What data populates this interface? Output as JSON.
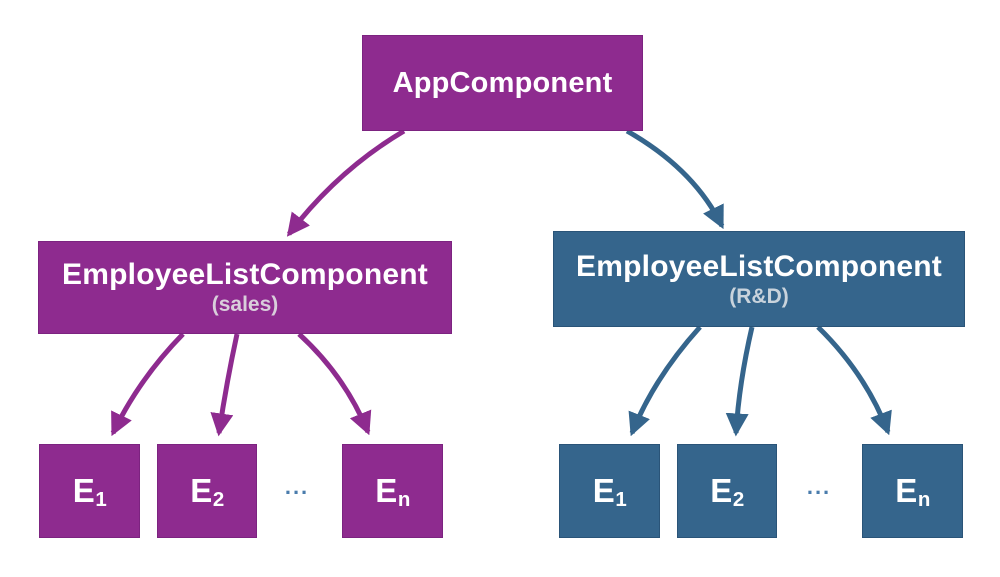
{
  "colors": {
    "background": "#ffffff",
    "purple": "#8e2b8f",
    "purple-border": "#7c2380",
    "blue": "#35658c",
    "blue-border": "#2a5478",
    "sublabel-purple": "#d9cedb",
    "sublabel-blue": "#c9d3dc",
    "dots": "#4a7cac",
    "node-text": "#ffffff"
  },
  "tree": {
    "root": {
      "label": "AppComponent"
    },
    "branches": [
      {
        "id": "sales",
        "label": "EmployeeListComponent",
        "sublabel": "(sales)",
        "ellipsis": "...",
        "children": [
          {
            "base": "E",
            "sub": "1"
          },
          {
            "base": "E",
            "sub": "2"
          },
          {
            "base": "E",
            "sub": "n"
          }
        ]
      },
      {
        "id": "rnd",
        "label": "EmployeeListComponent",
        "sublabel": "(R&D)",
        "ellipsis": "...",
        "children": [
          {
            "base": "E",
            "sub": "1"
          },
          {
            "base": "E",
            "sub": "2"
          },
          {
            "base": "E",
            "sub": "n"
          }
        ]
      }
    ]
  }
}
